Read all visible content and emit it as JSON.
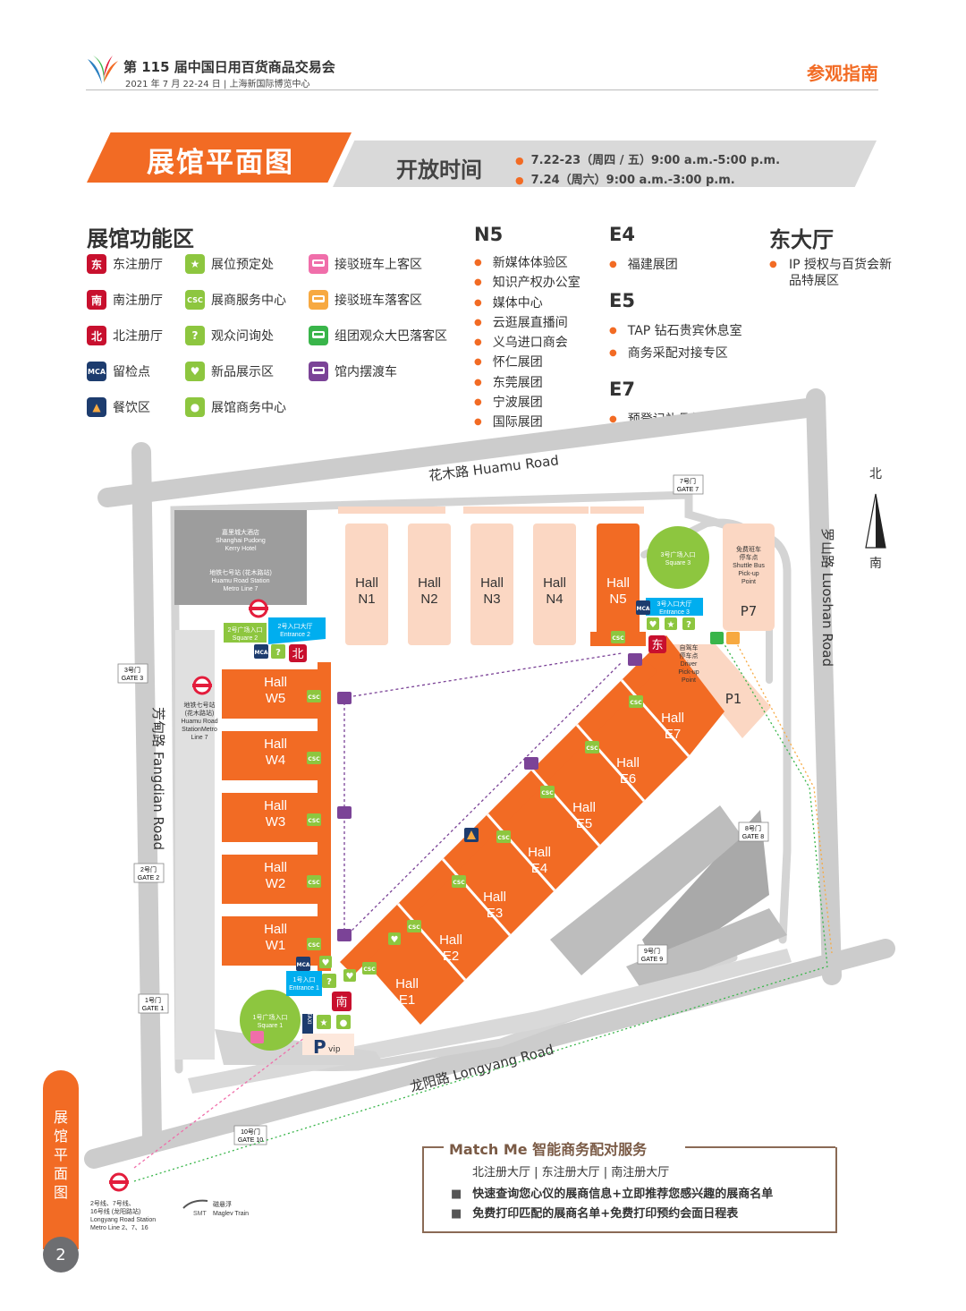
{
  "header": {
    "title": "第 115 届中国日用百货商品交易会",
    "subtitle": "2021 年 7 月 22-24 日 | 上海新国际博览中心",
    "section_label": "参观指南"
  },
  "banner": {
    "title": "展馆平面图",
    "open_label": "开放时间",
    "times": [
      "7.22-23（周四 / 五）9:00 a.m.-5:00 p.m.",
      "7.24（周六）9:00 a.m.-3:00 p.m."
    ]
  },
  "legend": {
    "title": "展馆功能区",
    "col1": [
      {
        "icon": "east-registration-icon",
        "glyph": "东",
        "color": "#c8102e",
        "label": "东注册厅"
      },
      {
        "icon": "south-registration-icon",
        "glyph": "南",
        "color": "#c8102e",
        "label": "南注册厅"
      },
      {
        "icon": "north-registration-icon",
        "glyph": "北",
        "color": "#c8102e",
        "label": "北注册厅"
      },
      {
        "icon": "cloakroom-icon",
        "glyph": "MCA",
        "color": "#1d3c6e",
        "label": "留检点"
      },
      {
        "icon": "dining-icon",
        "glyph": "▲",
        "color": "#1d3c6e",
        "label": "餐饮区"
      }
    ],
    "col2": [
      {
        "icon": "booth-booking-star-icon",
        "glyph": "★",
        "color": "#8dc63f",
        "label": "展位预定处"
      },
      {
        "icon": "exhibitor-service-csc-icon",
        "glyph": "CSC",
        "color": "#8dc63f",
        "label": "展商服务中心"
      },
      {
        "icon": "question-icon",
        "glyph": "?",
        "color": "#8dc63f",
        "label": "观众问询处"
      },
      {
        "icon": "heart-icon",
        "glyph": "♥",
        "color": "#8dc63f",
        "label": "新品展示区"
      },
      {
        "icon": "person-icon",
        "glyph": "●",
        "color": "#8dc63f",
        "label": "展馆商务中心"
      }
    ],
    "col3": [
      {
        "icon": "shuttle-pickup-bus-icon",
        "color": "#f06eaa",
        "label": "接驳班车上客区"
      },
      {
        "icon": "shuttle-dropoff-bus-icon",
        "color": "#f7a941",
        "label": "接驳班车落客区"
      },
      {
        "icon": "group-coach-bus-icon",
        "color": "#39b54a",
        "label": "组团观众大巴落客区"
      },
      {
        "icon": "in-hall-shuttle-bus-icon",
        "color": "#7b4397",
        "label": "馆内摆渡车"
      }
    ]
  },
  "halls_info": {
    "n5_title": "N5",
    "n5_items": [
      "新媒体体验区",
      "知识产权办公室",
      "媒体中心",
      "云逛展直播间",
      "义乌进口商会",
      "怀仁展团",
      "东莞展团",
      "宁波展团",
      "国际展团"
    ],
    "e4_title": "E4",
    "e4_items": [
      "福建展团"
    ],
    "e5_title": "E5",
    "e5_items": [
      "TAP 钻石贵宾休息室",
      "商务采配对接专区"
    ],
    "e7_title": "E7",
    "e7_items": [
      "预登记礼品领取处"
    ],
    "east_title": "东大厅",
    "east_items": [
      "IP 授权与百货会新品特展区"
    ]
  },
  "map": {
    "roads": {
      "huamu": "花木路 Huamu Road",
      "fangdian": "芳甸路 Fangdian Road",
      "luoshan": "罗山路 Luoshan Road",
      "longyang": "龙阳路 Longyang Road"
    },
    "compass": {
      "north": "北",
      "south": "南"
    },
    "halls_north": [
      {
        "hall": "Hall",
        "id": "N1"
      },
      {
        "hall": "Hall",
        "id": "N2"
      },
      {
        "hall": "Hall",
        "id": "N3"
      },
      {
        "hall": "Hall",
        "id": "N4"
      },
      {
        "hall": "Hall",
        "id": "N5"
      }
    ],
    "halls_west": [
      {
        "hall": "Hall",
        "id": "W5"
      },
      {
        "hall": "Hall",
        "id": "W4"
      },
      {
        "hall": "Hall",
        "id": "W3"
      },
      {
        "hall": "Hall",
        "id": "W2"
      },
      {
        "hall": "Hall",
        "id": "W1"
      }
    ],
    "halls_east": [
      {
        "hall": "Hall",
        "id": "E1"
      },
      {
        "hall": "Hall",
        "id": "E2"
      },
      {
        "hall": "Hall",
        "id": "E3"
      },
      {
        "hall": "Hall",
        "id": "E4"
      },
      {
        "hall": "Hall",
        "id": "E5"
      },
      {
        "hall": "Hall",
        "id": "E6"
      },
      {
        "hall": "Hall",
        "id": "E7"
      }
    ],
    "gates": [
      {
        "cn": "7号门",
        "en": "GATE 7"
      },
      {
        "cn": "3号门",
        "en": "GATE 3"
      },
      {
        "cn": "2号门",
        "en": "GATE 2"
      },
      {
        "cn": "1号门",
        "en": "GATE 1"
      },
      {
        "cn": "8号门",
        "en": "GATE 8"
      },
      {
        "cn": "9号门",
        "en": "GATE 9"
      },
      {
        "cn": "10号门",
        "en": "GATE 10"
      }
    ],
    "hotel": {
      "cn": "嘉里城大酒店",
      "en1": "Shanghai Pudong",
      "en2": "Kerry Hotel"
    },
    "metro_huamu_top": {
      "cn": "地铁七号站 (花木路站)",
      "en1": "Huamu Road Station",
      "en2": "Metro Line 7"
    },
    "metro_huamu_side": {
      "l1": "地铁七号站",
      "l2": "(花木路站)",
      "l3": "Huamu Road",
      "l4": "StationMetro",
      "l5": "Line 7"
    },
    "square3": {
      "cn": "3号广场入口",
      "en": "Square 3"
    },
    "entrance3": {
      "cn": "3号入口大厅",
      "en": "Entrance 3"
    },
    "square2": {
      "cn": "2号广场入口",
      "en": "Square 2"
    },
    "entrance2": {
      "cn": "2号入口大厅",
      "en": "Entrance 2"
    },
    "square1": {
      "cn": "1号广场入口",
      "en": "Square 1"
    },
    "entrance1": {
      "cn": "1号入口",
      "en": "Entrance 1"
    },
    "shuttle_point": {
      "l1": "免费班车",
      "l2": "停车点",
      "l3": "Shuttle Bus",
      "l4": "Pick-up",
      "l5": "Point"
    },
    "driver_point": {
      "l1": "自驾车",
      "l2": "停车点",
      "l3": "Driver",
      "l4": "Pick-up",
      "l5": "Point"
    },
    "p7": "P7",
    "p1": "P1",
    "parking_p": "P",
    "vip": "vip",
    "taxi": "TAXI",
    "csc": "CSC",
    "mca": "MCA",
    "east_glyph": "东",
    "north_glyph": "北",
    "south_glyph": "南",
    "longyang_metro": {
      "l1": "2号线、7号线、",
      "l2": "16号线 (龙阳路站)",
      "l3": "Longyang Road Station",
      "l4": "Metro Line 2、7、16"
    },
    "maglev": {
      "cn": "磁悬浮",
      "en": "Maglev Train",
      "logo": "SMT"
    }
  },
  "match_me": {
    "title": "Match Me 智能商务配对服务",
    "subtitle": "北注册大厅 | 东注册大厅 | 南注册大厅",
    "items": [
      "快速查询您心仪的展商信息+立即推荐您感兴趣的展商名单",
      "免费打印匹配的展商名单+免费打印预约会面日程表"
    ]
  },
  "side_tab": {
    "text": "展馆平面图",
    "page": "2"
  },
  "colors": {
    "orange": "#f26b24",
    "light_peach": "#fbd7c3",
    "road_grey": "#c8c8c8",
    "building_grey": "#9d9d9d",
    "green": "#8dc63f",
    "blue": "#00aeef",
    "red": "#c8102e",
    "purple": "#7b4397"
  }
}
